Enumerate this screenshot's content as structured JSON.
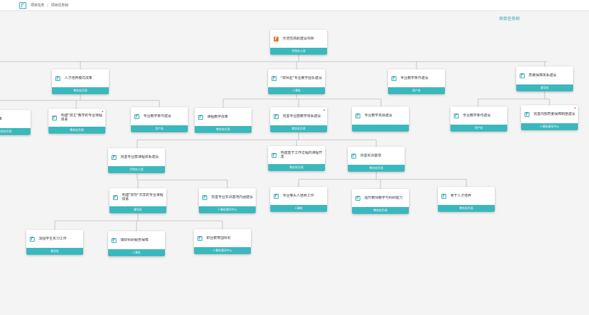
{
  "breadcrumb": {
    "items": [
      "项目任务",
      "项目任务树"
    ]
  },
  "links": {
    "tree_view": "项目任务树"
  },
  "colors": {
    "accent": "#3ab8be",
    "orange": "#e2753a"
  },
  "nodes": [
    {
      "name": "示范性高职建设项目",
      "foot": "学院办公室",
      "icon": "orange"
    },
    {
      "name": "人才培养模式改革",
      "foot": "教务处负责"
    },
    {
      "name": "\"双师型\"专业教学团队建设",
      "foot": "人事处"
    },
    {
      "name": "专业教学条件建设",
      "foot": "资产处"
    },
    {
      "name": "质量保障体系建设",
      "foot": "督导处"
    },
    {
      "name": "学改革",
      "foot": "教务处负责"
    },
    {
      "name": "构建\"双主\"教学的专业课程体系",
      "foot": "教务处负责",
      "dot": true
    },
    {
      "name": "专业教学条件建设",
      "foot": "资产处"
    },
    {
      "name": "课程教学改革",
      "foot": "教务处负责"
    },
    {
      "name": "完善专业群教学体系建设",
      "foot": "教务处负责",
      "dot": true
    },
    {
      "name": "专业教学资源建设",
      "foot": ""
    },
    {
      "name": "专业教学条件建设",
      "foot": "资产处"
    },
    {
      "name": "完善内部质量保障制度建设",
      "foot": "人事处督导中心",
      "dot": true
    },
    {
      "name": "完善专业群课程体系建设",
      "foot": "学院办公室"
    },
    {
      "name": "构建基于工作过程的课程开发",
      "foot": "教务处负责"
    },
    {
      "name": "完善实训基地",
      "foot": "教务处负责"
    },
    {
      "name": "构建\"双导\"共享的专业课程体系",
      "foot": "督导处"
    },
    {
      "name": "完善专业实训基地内涵建设",
      "foot": "人事处督导中心"
    },
    {
      "name": "专业带头人培养工作",
      "foot": "人事处"
    },
    {
      "name": "提升教师教学与科研能力",
      "foot": "教务处负责"
    },
    {
      "name": "骨干人才培养",
      "foot": "教务处负责"
    },
    {
      "name": "加强学生实习工作",
      "foot": "督导处"
    },
    {
      "name": "做好科研服务保障",
      "foot": "人事处"
    },
    {
      "name": "职业教育国际化",
      "foot": "人事处督导中心"
    }
  ]
}
